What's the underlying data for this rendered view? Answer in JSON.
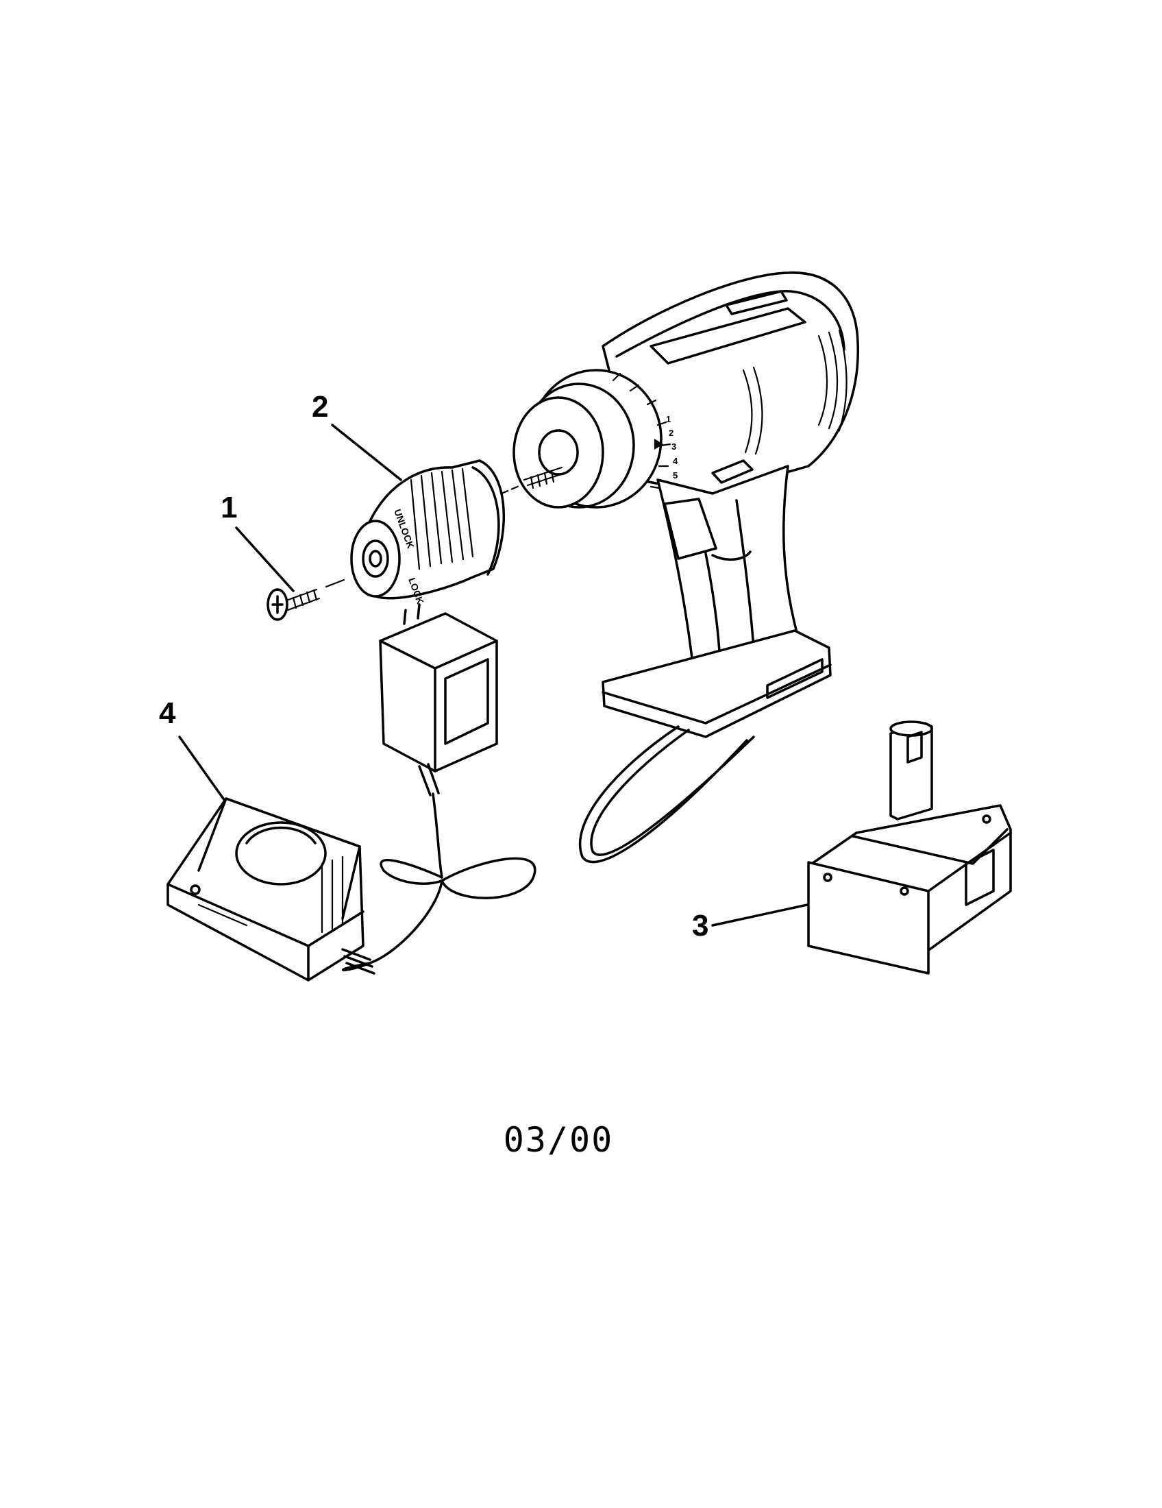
{
  "diagram": {
    "callouts": [
      {
        "number": "1",
        "part": "screw"
      },
      {
        "number": "2",
        "part": "chuck"
      },
      {
        "number": "3",
        "part": "battery"
      },
      {
        "number": "4",
        "part": "charger"
      }
    ],
    "chuck_markings": {
      "unlock": "UNLOCK",
      "lock": "LOCK"
    },
    "clutch_dial": [
      "1",
      "2",
      "3",
      "4",
      "5"
    ],
    "date_code": "03/00"
  }
}
